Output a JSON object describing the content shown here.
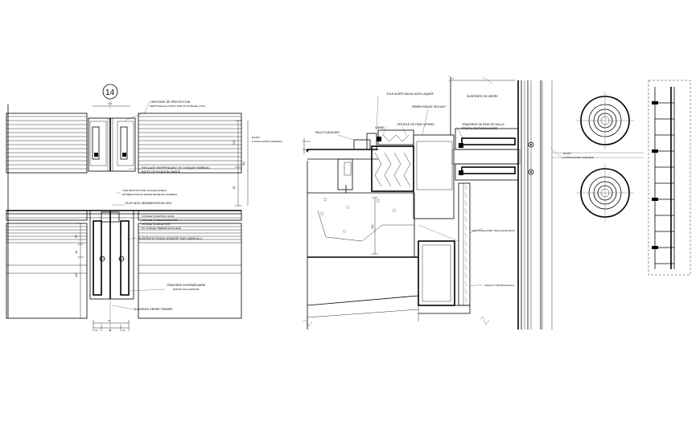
{
  "left_detail": {
    "grid_marker": "14",
    "labels": {
      "capotage": "CAPOTAGE DE PROTECTION",
      "capotage_sub": "VERTICALE DU CAPOT SUR UN COTE DE L'OUV.",
      "reglage": "REGLAGE INDEPENDANT DE CHAQUE PANNEAU",
      "patte": "PATTE DE FIXATION GARDE",
      "vise": "VISE VENTOUS SUR CHAQUE NIVEAU",
      "entree": "ENTREE D'AIR EN PARTIE BASSE DU PANNEAU",
      "plat": "PLAT INOX-SEDIMENTATION VED",
      "vitrage_stadip": "VITRAGE STADIP 88-2 SGNF",
      "vitrage_stadip2": "VITRAGE A FAIBLE EMISSIVITE",
      "vitrage_clair": "VITRAGE CLAIR ep=?mm",
      "vitrage_clair2": "DU VITRAGE TREMPE EN ALLEGE",
      "suspente_phono": "SUSPENTE PHONO-SONORE SUR GAINE ALU",
      "traverse": "TRAVERSE INTERMEDIAIRE",
      "traverse_sub": "PORTE D'ALLUMINIUM",
      "suspente_verre": "SUSPENTE VERRE TREMPE",
      "ecart": "ECART",
      "ecart_sub": "A OSCILLATION VARIABLE"
    },
    "dims": {
      "top": "171",
      "h1": "120",
      "h2": "80",
      "total": "911",
      "v1": "27",
      "v2": "16",
      "v3": "110",
      "bottom_total": "70",
      "b1": "13",
      "b2": "45",
      "b3": "13"
    }
  },
  "middle_detail": {
    "labels": {
      "tole": "TOLE ACIER GALVA 20/10 LAQUEE",
      "faux_plancher": "FAUX PLANCHER",
      "remplissage": "REMPLISSAGE ISOLANT",
      "gaine": "GAINE",
      "profile_pliee": "PROFILE DE FIME U/PN/40",
      "traverse_rive": "TRAVERSE DE RIVE DE DALLE",
      "profil_rect": "PROFIL RECTANGULAIRE",
      "suspente_verre": "SUSPENTE EN VERRE",
      "ecart": "ECART",
      "ecart_sub": "A OSCILLATION VARIABLE",
      "capotage_acier": "CAPOTAGE ACIER TOLE GALVA 20/10",
      "angle": "ANGLE TYPE ADVIGA ALU",
      "dim_v": "120"
    }
  }
}
